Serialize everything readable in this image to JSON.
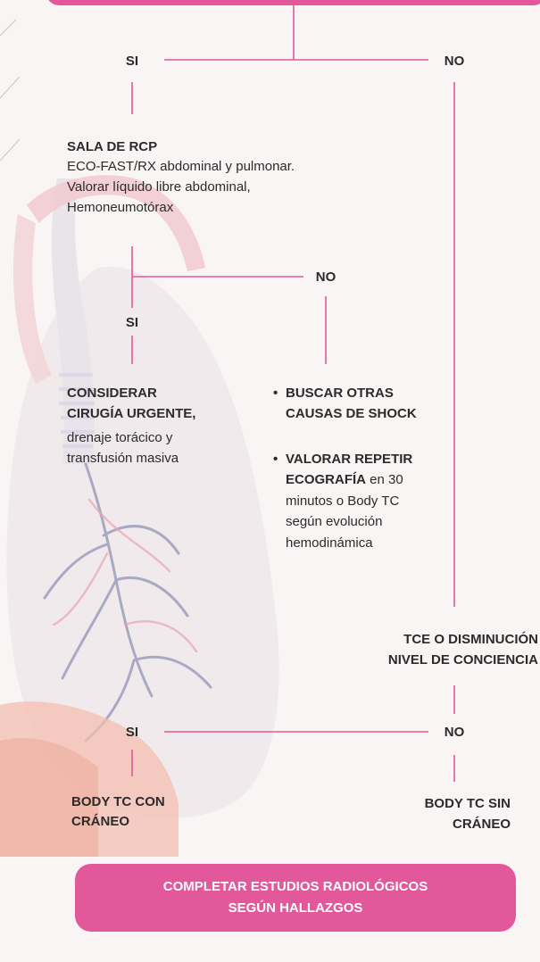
{
  "colors": {
    "accent": "#e2589a",
    "text": "#2b2b2b",
    "background": "#f8f5f4"
  },
  "decision1": {
    "yes": "SI",
    "no": "NO"
  },
  "node_rcp": {
    "title": "SALA DE RCP",
    "lines": [
      "ECO-FAST/RX abdominal y pulmonar.",
      "Valorar líquido libre abdominal,",
      "Hemoneumotórax"
    ]
  },
  "decision2": {
    "yes": "SI",
    "no": "NO"
  },
  "node_surgery": {
    "title_lines": [
      "CONSIDERAR",
      "CIRUGÍA URGENTE,"
    ],
    "lines": [
      "drenaje torácico y",
      "transfusión masiva"
    ]
  },
  "node_shock": {
    "item1_lines": [
      "BUSCAR OTRAS",
      "CAUSAS DE SHOCK"
    ],
    "item2_bold_lines": [
      "VALORAR REPETIR",
      "ECOGRAFÍA"
    ],
    "item2_rest_inline": " en 30",
    "item2_lines": [
      "minutos o Body TC",
      "según evolución",
      "hemodinámica"
    ]
  },
  "node_tce": {
    "lines": [
      "TCE O DISMINUCIÓN",
      "NIVEL DE CONCIENCIA"
    ]
  },
  "decision3": {
    "yes": "SI",
    "no": "NO"
  },
  "node_body_con": {
    "lines": [
      "BODY TC CON",
      "CRÁNEO"
    ]
  },
  "node_body_sin": {
    "lines": [
      "BODY TC SIN",
      "CRÁNEO"
    ]
  },
  "node_final": {
    "lines": [
      "COMPLETAR ESTUDIOS RADIOLÓGICOS",
      "SEGÚN HALLAZGOS"
    ]
  }
}
